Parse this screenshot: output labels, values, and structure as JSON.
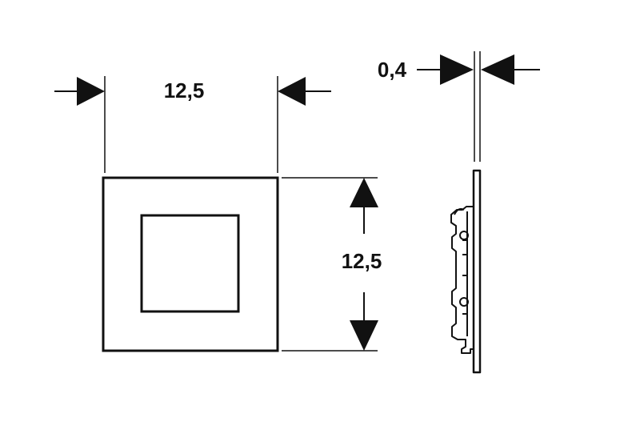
{
  "dimensions": {
    "width_label": "12,5",
    "height_label": "12,5",
    "thickness_label": "0,4"
  },
  "colors": {
    "line": "#111111",
    "background": "#ffffff"
  }
}
